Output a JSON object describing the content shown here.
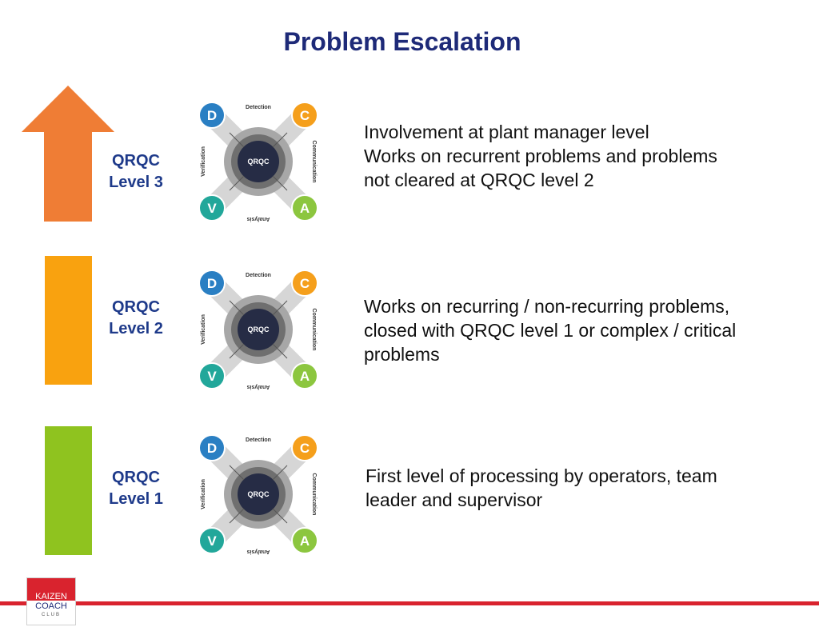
{
  "title": "Problem Escalation",
  "colors": {
    "title": "#1e2a78",
    "level3": "#ef7d35",
    "level2": "#f9a20f",
    "level1": "#8fc31f",
    "footer": "#d9232e"
  },
  "qrqc": {
    "center": "QRQC",
    "d": "D",
    "c": "C",
    "v": "V",
    "a": "A",
    "detection": "Detection",
    "communication": "Communication",
    "analysis": "Analysis",
    "verification": "Verification"
  },
  "levels": [
    {
      "label_line1": "QRQC",
      "label_line2": "Level 3",
      "description": [
        "Involvement at plant manager level",
        "Works on recurrent problems and problems",
        "not cleared at QRQC level 2"
      ]
    },
    {
      "label_line1": "QRQC",
      "label_line2": "Level 2",
      "description": [
        "Works on recurring / non-recurring problems,",
        "closed with QRQC level 1 or complex / critical",
        "problems"
      ]
    },
    {
      "label_line1": "QRQC",
      "label_line2": "Level 1",
      "description": [
        "First level of processing by operators, team",
        "leader and supervisor"
      ]
    }
  ],
  "logo": {
    "line1": "KAIZEN",
    "line2": "COACH",
    "line3": "CLUB"
  }
}
